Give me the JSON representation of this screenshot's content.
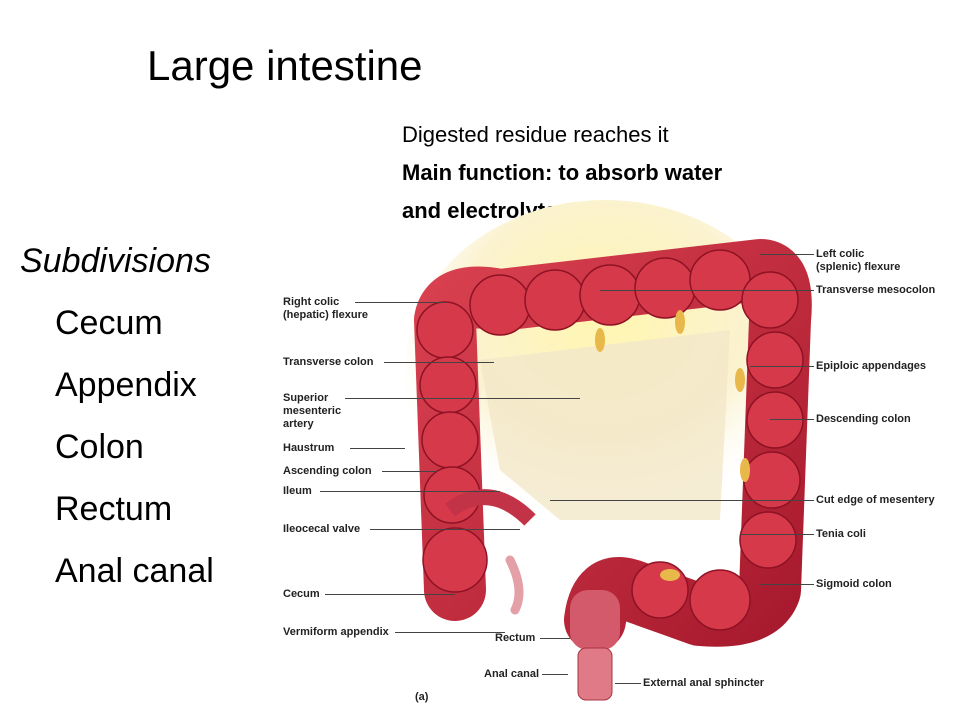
{
  "title": "Large intestine",
  "intro": {
    "line1": "Digested residue reaches it",
    "line2": "Main function: to absorb water",
    "line3": "and electrolytes"
  },
  "subdivisions": {
    "heading": "Subdivisions",
    "items": [
      "Cecum",
      "Appendix",
      "Colon",
      "Rectum",
      "Anal canal"
    ]
  },
  "figure": {
    "panel": "(a)",
    "left_labels": [
      "Right colic\n(hepatic) flexure",
      "Transverse colon",
      "Superior\nmesenteric\nartery",
      "Haustrum",
      "Ascending colon",
      "Ileum",
      "Ileocecal valve",
      "Cecum",
      "Vermiform appendix"
    ],
    "bottom_labels": [
      "Rectum",
      "Anal canal",
      "External anal sphincter"
    ],
    "right_labels": [
      "Left colic\n(splenic) flexure",
      "Transverse mesocolon",
      "Epiploic appendages",
      "Descending colon",
      "Cut edge of mesentery",
      "Tenia coli",
      "Sigmoid colon"
    ],
    "colors": {
      "colon": "#c8283a",
      "colon_dark": "#8e1224",
      "glow": "#fff4a8",
      "fat": "#e8b84a"
    }
  }
}
